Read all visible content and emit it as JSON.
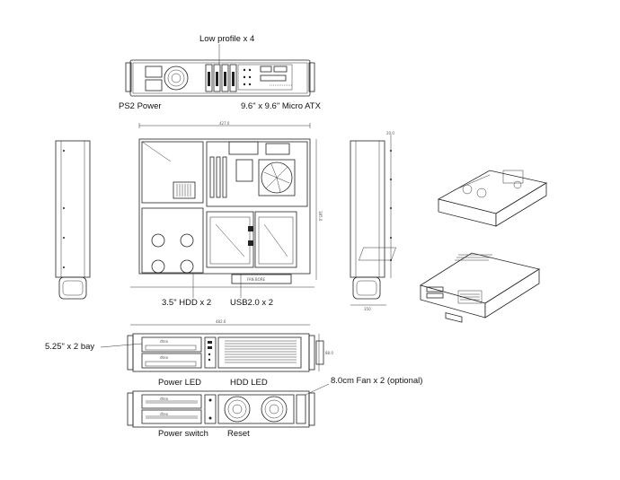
{
  "labels": {
    "low_profile": "Low profile x 4",
    "ps2_power": "PS2 Power",
    "micro_atx": "9.6\" x 9.6\" Micro ATX",
    "hdd": "3.5\" HDD x 2",
    "usb": "USB2.0 x 2",
    "bay": "5.25\" x 2 bay",
    "power_led": "Power LED",
    "hdd_led": "HDD LED",
    "fan": "8.0cm Fan x 2 (optional)",
    "power_switch": "Power switch",
    "reset": "Reset"
  },
  "drawing_text": {
    "fan_bore": "FAN BORE",
    "width_dim": "427.0",
    "depth_dim": "385.0",
    "front_width": "482.6",
    "height_dim": "88.0",
    "side_depth": "350",
    "side_top": "20.0",
    "drive_brand": "dteo"
  }
}
